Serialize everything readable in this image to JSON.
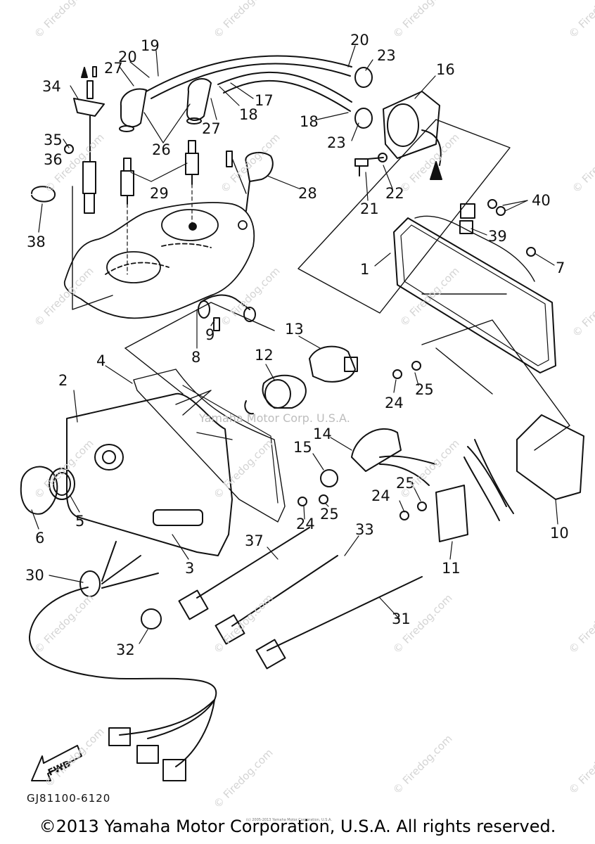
{
  "diagram": {
    "callouts": [
      {
        "id": "1",
        "text": "1"
      },
      {
        "id": "2",
        "text": "2"
      },
      {
        "id": "3",
        "text": "3"
      },
      {
        "id": "4",
        "text": "4"
      },
      {
        "id": "5",
        "text": "5"
      },
      {
        "id": "6",
        "text": "6"
      },
      {
        "id": "7",
        "text": "7"
      },
      {
        "id": "8",
        "text": "8"
      },
      {
        "id": "9",
        "text": "9"
      },
      {
        "id": "10",
        "text": "10"
      },
      {
        "id": "11",
        "text": "11"
      },
      {
        "id": "12",
        "text": "12"
      },
      {
        "id": "13",
        "text": "13"
      },
      {
        "id": "14",
        "text": "14"
      },
      {
        "id": "15",
        "text": "15"
      },
      {
        "id": "16",
        "text": "16"
      },
      {
        "id": "17",
        "text": "17"
      },
      {
        "id": "18a",
        "text": "18"
      },
      {
        "id": "18b",
        "text": "18"
      },
      {
        "id": "19",
        "text": "19"
      },
      {
        "id": "20a",
        "text": "20"
      },
      {
        "id": "20b",
        "text": "20"
      },
      {
        "id": "21",
        "text": "21"
      },
      {
        "id": "22",
        "text": "22"
      },
      {
        "id": "23a",
        "text": "23"
      },
      {
        "id": "23b",
        "text": "23"
      },
      {
        "id": "24a",
        "text": "24"
      },
      {
        "id": "24b",
        "text": "24"
      },
      {
        "id": "24c",
        "text": "24"
      },
      {
        "id": "25a",
        "text": "25"
      },
      {
        "id": "25b",
        "text": "25"
      },
      {
        "id": "25c",
        "text": "25"
      },
      {
        "id": "26",
        "text": "26"
      },
      {
        "id": "27a",
        "text": "27"
      },
      {
        "id": "27b",
        "text": "27"
      },
      {
        "id": "28",
        "text": "28"
      },
      {
        "id": "29",
        "text": "29"
      },
      {
        "id": "30",
        "text": "30"
      },
      {
        "id": "31",
        "text": "31"
      },
      {
        "id": "32",
        "text": "32"
      },
      {
        "id": "33",
        "text": "33"
      },
      {
        "id": "34",
        "text": "34"
      },
      {
        "id": "35",
        "text": "35"
      },
      {
        "id": "36",
        "text": "36"
      },
      {
        "id": "37",
        "text": "37"
      },
      {
        "id": "38",
        "text": "38"
      },
      {
        "id": "39",
        "text": "39"
      },
      {
        "id": "40",
        "text": "40"
      }
    ],
    "fwd_label": "FWD",
    "diagram_code": "GJ81100-6120",
    "watermark": "© Firedog.com",
    "center_watermark": "Yamaha Motor Corp. U.S.A.",
    "tiny_notice": "(c) 2005-2013 Yamaha Motor Corporation, U.S.A.",
    "copyright": "©2013 Yamaha Motor Corporation, U.S.A. All rights reserved."
  }
}
